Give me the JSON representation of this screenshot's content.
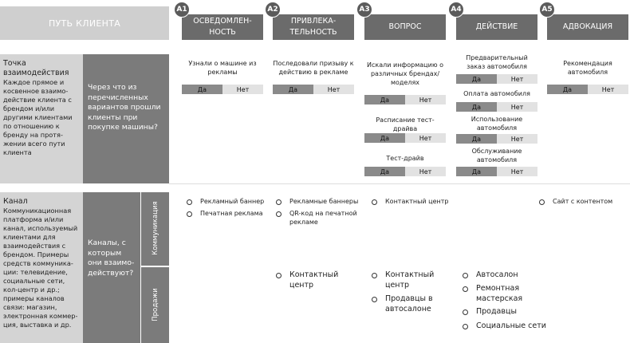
{
  "header": {
    "left_title": "ПУТЬ КЛИЕНТА"
  },
  "stages": [
    {
      "badge": "A1",
      "label": "ОСВЕДОМЛЕН-\nНОСТЬ"
    },
    {
      "badge": "A2",
      "label": "ПРИВЛЕКА-\nТЕЛЬНОСТЬ"
    },
    {
      "badge": "A3",
      "label": "ВОПРОС"
    },
    {
      "badge": "A4",
      "label": "ДЕЙСТВИЕ"
    },
    {
      "badge": "A5",
      "label": "АДВОКАЦИЯ"
    }
  ],
  "touchpoint": {
    "title": "Точка взаимодействия",
    "description": "Каждое прямое и косвенное взаимо-действие клиента с брендом и/или другими клиентами по отношению к бренду на протя-жении всего пути клиента",
    "question": "Через что из перечисленных вариантов прошли клиенты при покупке машины?",
    "yes": "Да",
    "no": "Нет",
    "items": [
      {
        "stage": 1,
        "text": "Узнали о машине из рекламы"
      },
      {
        "stage": 2,
        "text": "Последовали призыву к действию в рекламе"
      },
      {
        "stage": 3,
        "text": "Искали информацию о различных брендах/ моделях"
      },
      {
        "stage": 3,
        "text": "Расписание тест-драйва"
      },
      {
        "stage": 3,
        "text": "Тест-драйв"
      },
      {
        "stage": 4,
        "text": "Предварительный заказ автомобиля"
      },
      {
        "stage": 4,
        "text": "Оплата автомобиля"
      },
      {
        "stage": 4,
        "text": "Использование автомобиля"
      },
      {
        "stage": 4,
        "text": "Обслуживание автомобиля"
      },
      {
        "stage": 5,
        "text": "Рекомендация автомобиля"
      }
    ]
  },
  "channel": {
    "title": "Канал",
    "description": "Коммуникационная платформа и/или канал, используемый клиентами для взаимодействия с брендом. Примеры средств коммуника-ции: телевидение, социальные сети, кол-центр и др.; примеры каналов связи: магазин, электронная коммер-ция, выставка и др.",
    "question": "Каналы, с которым они взаимо-действуют?",
    "sub_communication": "Коммуникация",
    "sub_sales": "Продажи",
    "communication": {
      "a1": [
        "Рекламный баннер",
        "Печатная реклама"
      ],
      "a2": [
        "Рекламные баннеры",
        "QR-код на печатной рекламе"
      ],
      "a3": [
        "Контактный центр"
      ],
      "a5": [
        "Сайт с контентом"
      ]
    },
    "sales": {
      "a2": [
        "Контактный центр"
      ],
      "a3": [
        "Контактный центр",
        "Продавцы в автосалоне"
      ],
      "a4": [
        "Автосалон",
        "Ремонтная мастерская",
        "Продавцы",
        "Социальные сети"
      ]
    }
  }
}
